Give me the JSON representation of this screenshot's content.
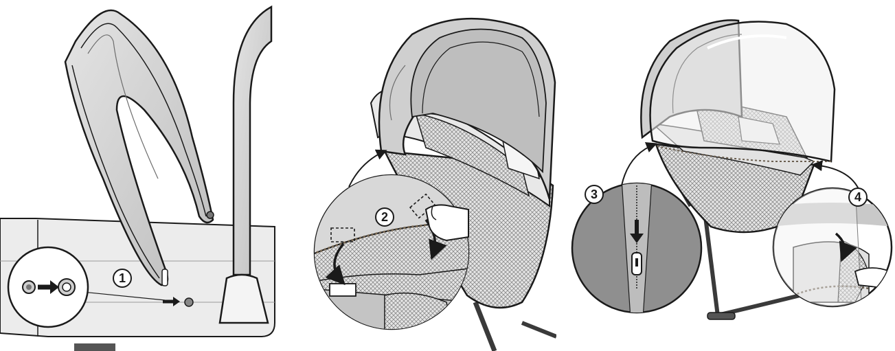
{
  "steps": [
    {
      "number": "1"
    },
    {
      "number": "2"
    },
    {
      "number": "3"
    },
    {
      "number": "4"
    }
  ],
  "icons": [
    "arrow-right-icon",
    "curved-arrow-icon",
    "arrow-down-icon",
    "zipper-pull-icon"
  ],
  "colors": {
    "line": "#1a1a1a",
    "fabric_light": "#d9d9d9",
    "fabric_mid": "#b8b8b8",
    "fabric_dark": "#8f8f8f",
    "mesh": "#a9a9a9",
    "background": "#ffffff"
  }
}
